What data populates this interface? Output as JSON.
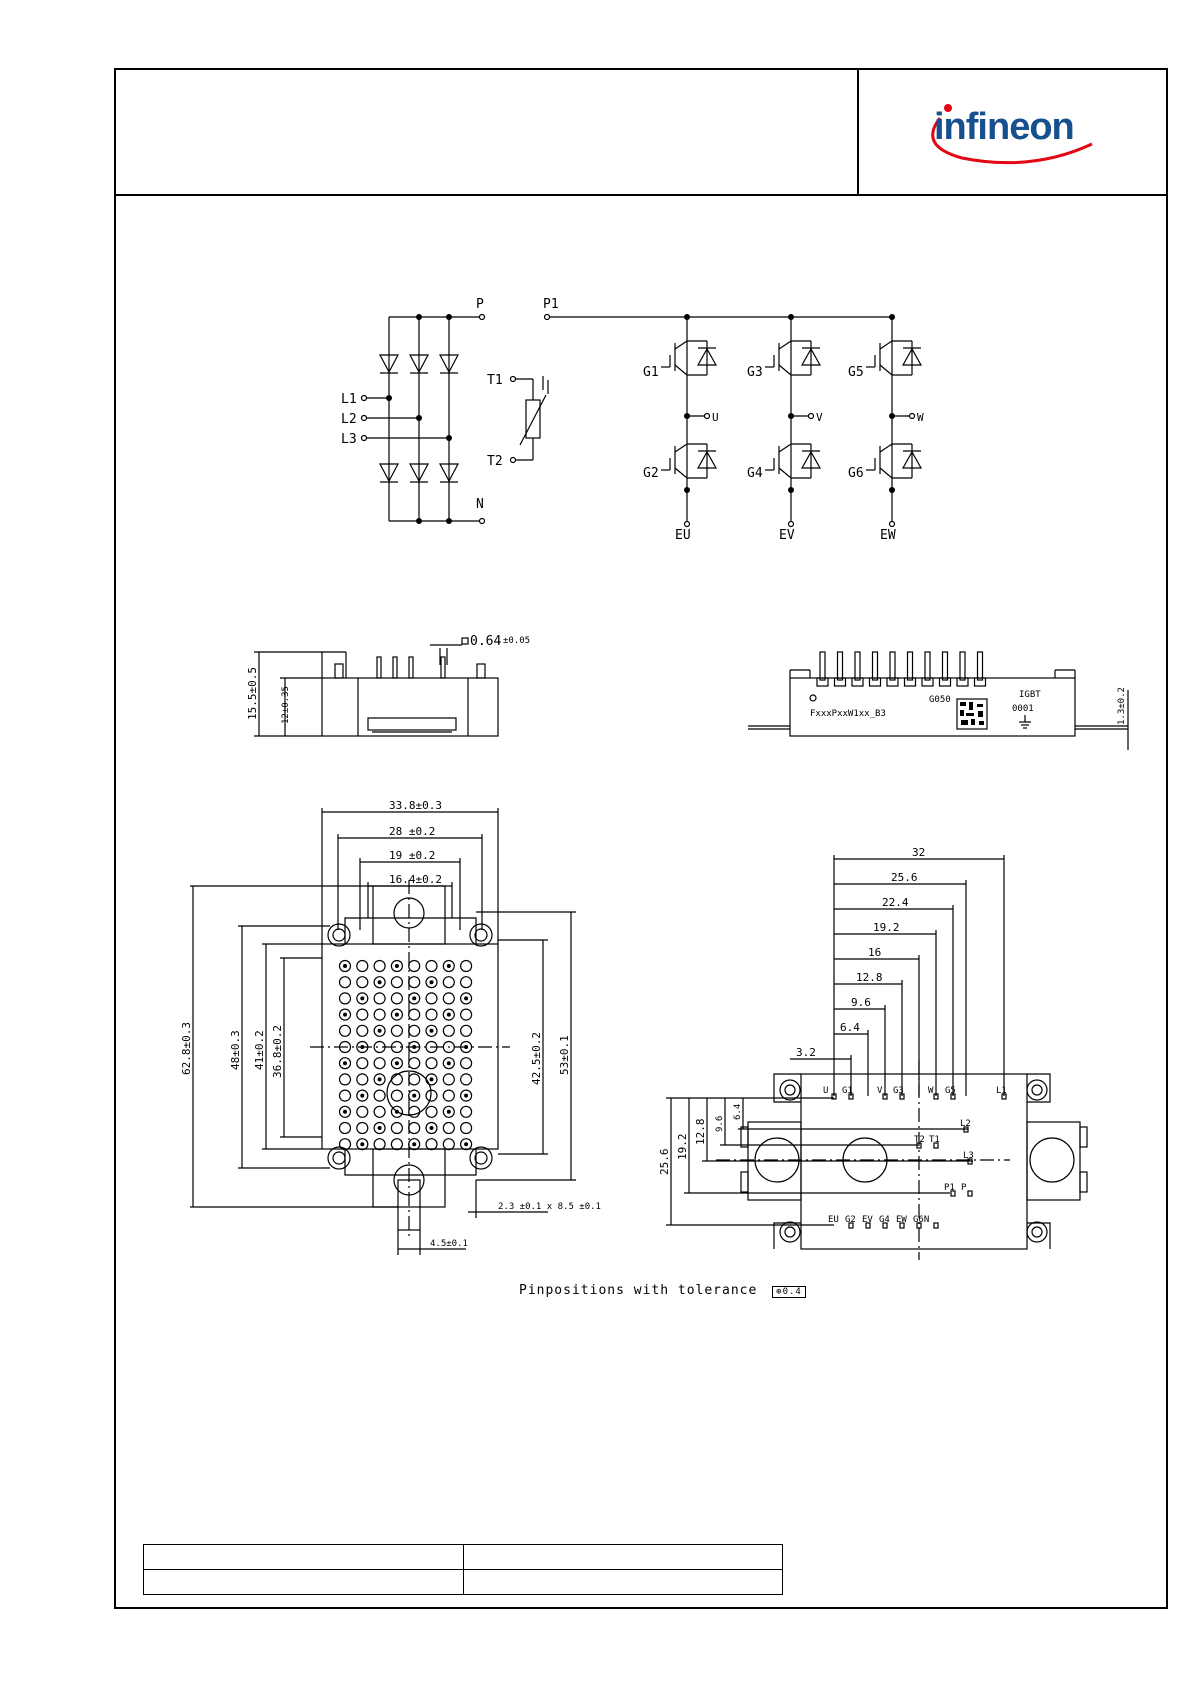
{
  "header": {
    "logo_text": "infineon"
  },
  "circuit": {
    "pins_left": [
      "L1",
      "L2",
      "L3"
    ],
    "pin_P": "P",
    "pin_N": "N",
    "pin_P1": "P1",
    "ntc_pins": [
      "T1",
      "T2"
    ],
    "gates_top": [
      "G1",
      "G3",
      "G5"
    ],
    "gates_bottom": [
      "G2",
      "G4",
      "G6"
    ],
    "phases": [
      "U",
      "V",
      "W"
    ],
    "emitters": [
      "EU",
      "EV",
      "EW"
    ]
  },
  "side_view": {
    "flatness": "0.64",
    "flatness_tol": "±0.05",
    "height_total": "15.5±0.5",
    "height_body": "12±0.35"
  },
  "front_view": {
    "marking_code": "FxxxPxxW1xx_B3",
    "date_code": "0001",
    "lot_code": "G050",
    "type_code": "IGBT",
    "pin_height": "1.3±0.2"
  },
  "top_view": {
    "width_dims": [
      "33.8±0.3",
      "28 ±0.2",
      "19 ±0.2",
      "16.4±0.2"
    ],
    "height_dims": [
      "62.8±0.3",
      "48±0.3",
      "41±0.2",
      "36.8±0.2",
      "42.5±0.2",
      "53±0.1"
    ],
    "slot_dim": "2.3 ±0.1 x 8.5 ±0.1",
    "bottom_dim": "4.5±0.1"
  },
  "pin_layout": {
    "x_dims": [
      "32",
      "25.6",
      "22.4",
      "19.2",
      "16",
      "12.8",
      "9.6",
      "6.4",
      "3.2"
    ],
    "y_dims": [
      "25.6",
      "19.2",
      "12.8",
      "9.6",
      "6.4"
    ],
    "top_pins": [
      "U",
      "G1",
      "V",
      "G3",
      "W",
      "G5",
      "L1"
    ],
    "mid_pins": [
      "L2",
      "T2",
      "T1",
      "L3",
      "P1",
      "P"
    ],
    "bottom_pins": [
      "EU",
      "G2",
      "EV",
      "G4",
      "EW",
      "G6N"
    ]
  },
  "caption": {
    "text": "Pinpositions with tolerance",
    "tolerance": "⊕0.4"
  }
}
